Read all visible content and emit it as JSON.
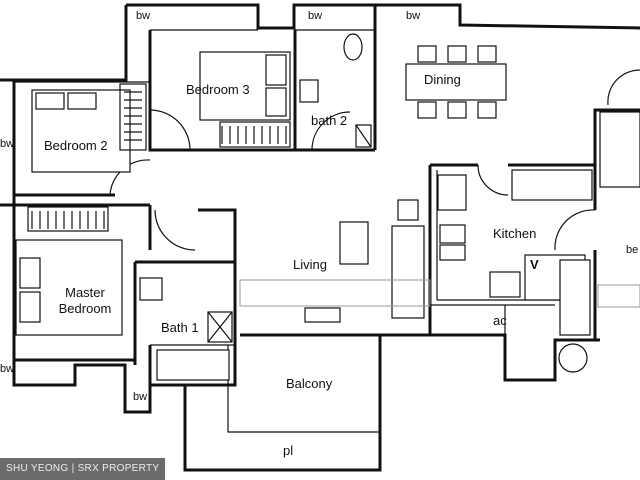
{
  "labels": {
    "bw_top_left": "bw",
    "bw_top_mid": "bw",
    "bw_top_right": "bw",
    "dining": "Dining",
    "bedroom3": "Bedroom 3",
    "bath2": "bath 2",
    "bedroom2": "Bedroom 2",
    "bw_left_partial": "bw",
    "kitchen": "Kitchen",
    "living": "Living",
    "master_bedroom": "Master\nBedroom",
    "bath1": "Bath 1",
    "ac": "ac",
    "bw_bottom_left": "bw",
    "bw_lower": "bw",
    "balcony": "Balcony",
    "pl": "pl",
    "be_partial": "be",
    "v_mark": "V"
  },
  "watermark": "SHU YEONG | SRX PROPERTY"
}
